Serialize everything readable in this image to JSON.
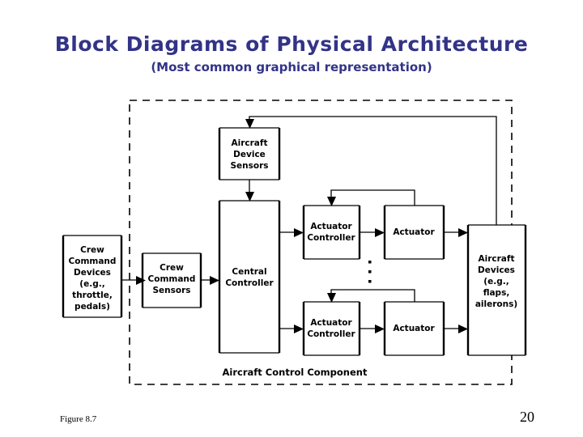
{
  "slide": {
    "title": "Block Diagrams of Physical Architecture",
    "subtitle": "(Most common graphical representation)",
    "title_color": "#333388",
    "figure_caption": "Figure 8.7",
    "page_number": "20"
  },
  "diagram": {
    "boundary_label": "Aircraft Control Component",
    "boxes": {
      "crew_command_devices": {
        "lines": [
          "Crew",
          "Command",
          "Devices",
          "(e.g.,",
          "throttle,",
          "pedals)"
        ]
      },
      "crew_command_sensors": {
        "lines": [
          "Crew",
          "Command",
          "Sensors"
        ]
      },
      "central_controller": {
        "lines": [
          "Central",
          "Controller"
        ]
      },
      "actuator_controller_top": {
        "lines": [
          "Actuator",
          "Controller"
        ]
      },
      "actuator_top": {
        "lines": [
          "Actuator"
        ]
      },
      "actuator_controller_bottom": {
        "lines": [
          "Actuator",
          "Controller"
        ]
      },
      "actuator_bottom": {
        "lines": [
          "Actuator"
        ]
      },
      "aircraft_device_sensors": {
        "lines": [
          "Aircraft",
          "Device",
          "Sensors"
        ]
      },
      "aircraft_devices": {
        "lines": [
          "Aircraft",
          "Devices",
          "(e.g.,",
          "flaps,",
          "ailerons)"
        ]
      }
    },
    "ellipsis": "vertical-dots"
  }
}
